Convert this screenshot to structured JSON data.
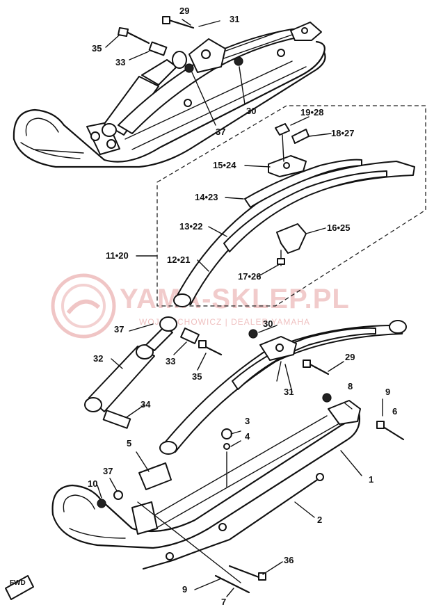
{
  "watermark": {
    "text": "YAMA-SKLEP.PL",
    "subtext": "WOJ. ŁĘCHOWICZ | DEALER YAMAHA",
    "accent_color": "#e89090",
    "logo_icon": "yamaha-tuning-fork-logo-icon"
  },
  "direction_badge": "FWD",
  "callouts": [
    {
      "id": "c29a",
      "text": "29"
    },
    {
      "id": "c31a",
      "text": "31"
    },
    {
      "id": "c35a",
      "text": "35"
    },
    {
      "id": "c33a",
      "text": "33"
    },
    {
      "id": "c30a",
      "text": "30"
    },
    {
      "id": "c37a",
      "text": "37"
    },
    {
      "id": "c1928",
      "text": "19•28"
    },
    {
      "id": "c1827",
      "text": "18•27"
    },
    {
      "id": "c1524",
      "text": "15•24"
    },
    {
      "id": "c1423",
      "text": "14•23"
    },
    {
      "id": "c1322",
      "text": "13•22"
    },
    {
      "id": "c1625",
      "text": "16•25"
    },
    {
      "id": "c1120",
      "text": "11•20"
    },
    {
      "id": "c1221",
      "text": "12•21"
    },
    {
      "id": "c1726",
      "text": "17•26"
    },
    {
      "id": "c37b",
      "text": "37"
    },
    {
      "id": "c30b",
      "text": "30"
    },
    {
      "id": "c32",
      "text": "32"
    },
    {
      "id": "c33b",
      "text": "33"
    },
    {
      "id": "c35b",
      "text": "35"
    },
    {
      "id": "c29b",
      "text": "29"
    },
    {
      "id": "c31b",
      "text": "31"
    },
    {
      "id": "c8",
      "text": "8"
    },
    {
      "id": "c9a",
      "text": "9"
    },
    {
      "id": "c6",
      "text": "6"
    },
    {
      "id": "c34",
      "text": "34"
    },
    {
      "id": "c3",
      "text": "3"
    },
    {
      "id": "c4",
      "text": "4"
    },
    {
      "id": "c5",
      "text": "5"
    },
    {
      "id": "c1",
      "text": "1"
    },
    {
      "id": "c37c",
      "text": "37"
    },
    {
      "id": "c10",
      "text": "10"
    },
    {
      "id": "c2",
      "text": "2"
    },
    {
      "id": "c36",
      "text": "36"
    },
    {
      "id": "c9b",
      "text": "9"
    },
    {
      "id": "c7",
      "text": "7"
    }
  ]
}
